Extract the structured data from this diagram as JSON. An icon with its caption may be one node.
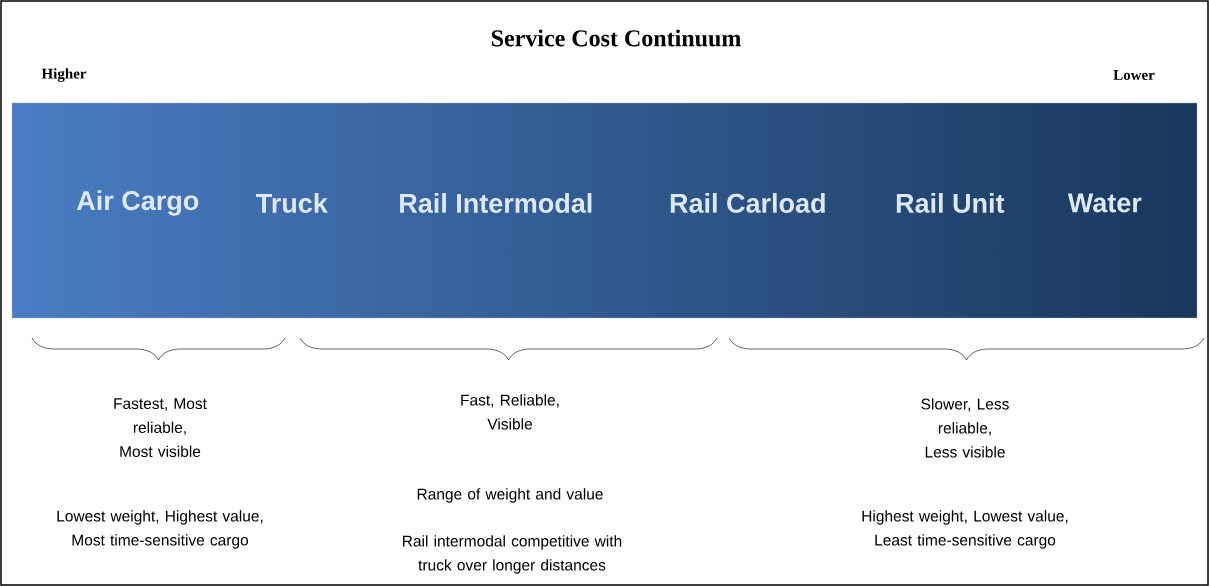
{
  "diagram": {
    "title": "Service Cost Continuum",
    "nodes": [
      {
        "text": [],
        "shape": "bar"
      },
      {
        "text": [
          "Air Cargo"
        ],
        "in": 0
      },
      {
        "text": [
          "Truck"
        ],
        "in": 0
      },
      {
        "text": [
          "Rail Intermodal"
        ],
        "in": 0
      },
      {
        "text": [
          "Rail Carload"
        ],
        "in": 0
      },
      {
        "text": [
          "Rail Unit"
        ],
        "in": 0
      },
      {
        "text": [
          "Water"
        ],
        "in": 0
      }
    ],
    "labels": [
      "Higher",
      "Lower",
      "Fastest, Most reliable, Most visible",
      "Fast, Reliable, Visible",
      "Slower, Less reliable, Less visible",
      "Range of weight and value",
      "Lowest weight, Highest value, Most time-sensitive cargo",
      "Highest weight, Lowest value, Least time-sensitive cargo",
      "Rail intermodal competitive with truck over longer distances"
    ]
  }
}
